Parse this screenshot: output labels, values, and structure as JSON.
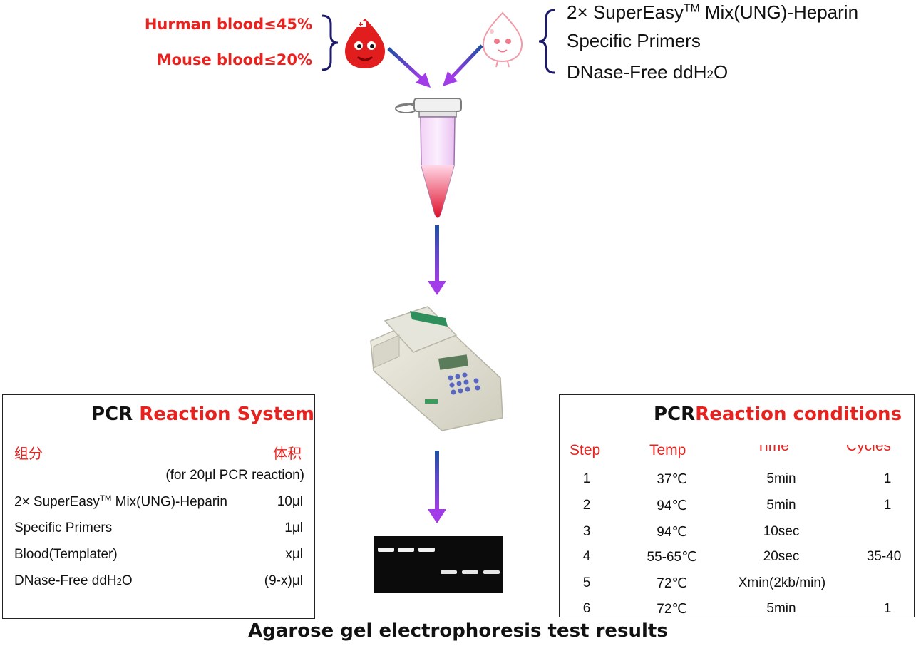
{
  "inputs": {
    "blood_limits": [
      "Hurman blood≤45%",
      "Mouse blood≤20%"
    ],
    "reagents": [
      {
        "text": "2×  SuperEasy",
        "sup": "TM",
        "tail": " Mix(UNG)-Heparin"
      },
      {
        "text": "Specific Primers",
        "sup": "",
        "tail": ""
      },
      {
        "text": "DNase-Free ddH",
        "sub": "2",
        "tail": "O"
      }
    ]
  },
  "reaction_system": {
    "title_prefix": "PCR",
    "title_colored": "Reaction System",
    "col_left": "组分",
    "col_right": "体积",
    "note": "(for 20μl PCR reaction)",
    "rows": [
      {
        "name": "2× SuperEasy",
        "sup": "TM",
        "name_tail": " Mix(UNG)-Heparin",
        "volume": "10μl"
      },
      {
        "name": "Specific Primers",
        "sup": "",
        "name_tail": "",
        "volume": "1μl"
      },
      {
        "name": "Blood(Templater)",
        "sup": "",
        "name_tail": "",
        "volume": "xμl"
      },
      {
        "name": "DNase-Free ddH",
        "sub": "2",
        "name_tail": "O",
        "volume": "(9-x)μl"
      }
    ]
  },
  "reaction_conditions": {
    "title_prefix": "PCR",
    "title_colored": "Reaction conditions",
    "headers": [
      "Step",
      "Temp",
      "Time",
      "Cycles"
    ],
    "rows": [
      {
        "step": "1",
        "temp": "37℃",
        "time": "5min",
        "cycles": "1"
      },
      {
        "step": "2",
        "temp": "94℃",
        "time": "5min",
        "cycles": "1"
      },
      {
        "step": "3",
        "temp": "94℃",
        "time": "10sec",
        "cycles": ""
      },
      {
        "step": "4",
        "temp": "55-65℃",
        "time": "20sec",
        "cycles": ""
      },
      {
        "step": "5",
        "temp": "72℃",
        "time": "Xmin(2kb/min)",
        "cycles": ""
      },
      {
        "step": "6",
        "temp": "72℃",
        "time": "5min",
        "cycles": "1"
      }
    ],
    "grouped_cycles": "35-40"
  },
  "footer": "Agarose gel electrophoresis test results",
  "colors": {
    "accent_red": "#e8231f",
    "brace_navy": "#1e1b6b",
    "arrow_blue": "#1d4fa3",
    "arrow_purple": "#a23be8"
  }
}
